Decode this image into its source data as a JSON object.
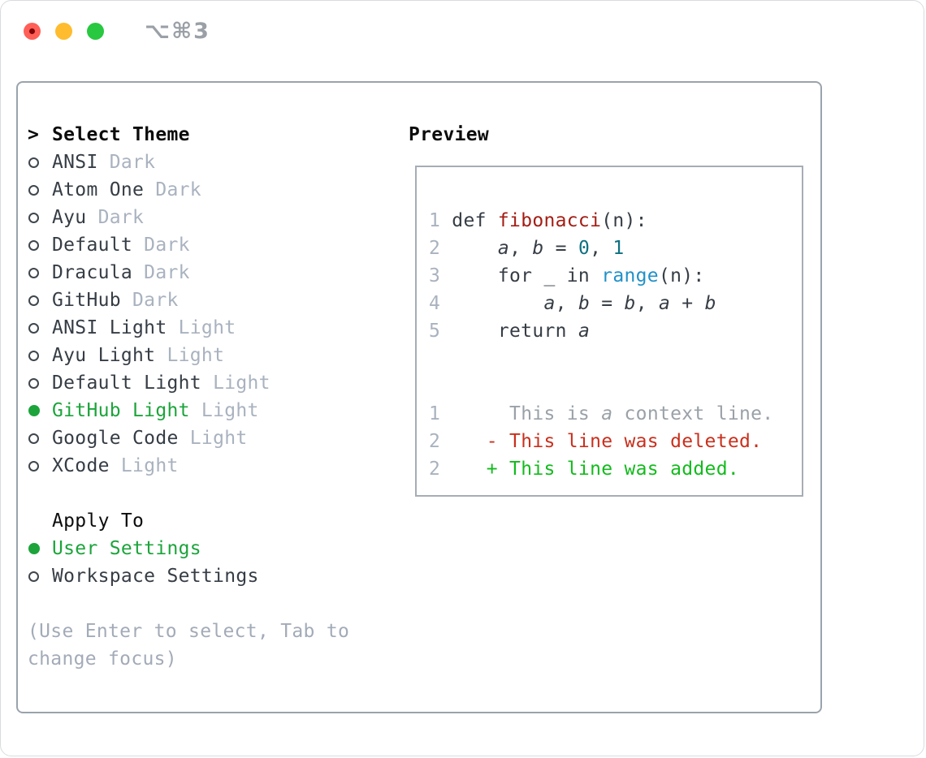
{
  "window": {
    "title": "⌥⌘3"
  },
  "theme_picker": {
    "cursor": ">",
    "title": "Select Theme",
    "items": [
      {
        "label": "ANSI",
        "variant": "Dark",
        "selected": false
      },
      {
        "label": "Atom One",
        "variant": "Dark",
        "selected": false
      },
      {
        "label": "Ayu",
        "variant": "Dark",
        "selected": false
      },
      {
        "label": "Default",
        "variant": "Dark",
        "selected": false
      },
      {
        "label": "Dracula",
        "variant": "Dark",
        "selected": false
      },
      {
        "label": "GitHub",
        "variant": "Dark",
        "selected": false
      },
      {
        "label": "ANSI Light",
        "variant": "Light",
        "selected": false
      },
      {
        "label": "Ayu Light",
        "variant": "Light",
        "selected": false
      },
      {
        "label": "Default Light",
        "variant": "Light",
        "selected": false
      },
      {
        "label": "GitHub Light",
        "variant": "Light",
        "selected": true
      },
      {
        "label": "Google Code",
        "variant": "Light",
        "selected": false
      },
      {
        "label": "XCode",
        "variant": "Light",
        "selected": false
      }
    ],
    "apply_to": {
      "title": "Apply To",
      "options": [
        {
          "label": "User Settings",
          "selected": true
        },
        {
          "label": "Workspace Settings",
          "selected": false
        }
      ]
    },
    "help": "(Use Enter to select, Tab to\nchange focus)"
  },
  "preview": {
    "title": "Preview",
    "code_lines": [
      [
        [
          "ln",
          "1"
        ],
        [
          "pl",
          " def "
        ],
        [
          "fn",
          "fibonacci"
        ],
        [
          "pl",
          "(n):"
        ]
      ],
      [
        [
          "ln",
          "2"
        ],
        [
          "pl",
          "     "
        ],
        [
          "var",
          "a"
        ],
        [
          "pl",
          ", "
        ],
        [
          "var",
          "b"
        ],
        [
          "pl",
          " = "
        ],
        [
          "num",
          "0"
        ],
        [
          "pl",
          ", "
        ],
        [
          "num",
          "1"
        ]
      ],
      [
        [
          "ln",
          "3"
        ],
        [
          "pl",
          "     for _ in "
        ],
        [
          "call",
          "range"
        ],
        [
          "pl",
          "(n):"
        ]
      ],
      [
        [
          "ln",
          "4"
        ],
        [
          "pl",
          "         "
        ],
        [
          "var",
          "a"
        ],
        [
          "pl",
          ", "
        ],
        [
          "var",
          "b"
        ],
        [
          "pl",
          " = "
        ],
        [
          "var",
          "b"
        ],
        [
          "pl",
          ", "
        ],
        [
          "var",
          "a"
        ],
        [
          "pl",
          " + "
        ],
        [
          "var",
          "b"
        ]
      ],
      [
        [
          "ln",
          "5"
        ],
        [
          "pl",
          "     return "
        ],
        [
          "var",
          "a"
        ]
      ]
    ],
    "diff_lines": [
      [
        [
          "ln",
          "1"
        ],
        [
          "pl",
          "      "
        ],
        [
          "ctx",
          "This is "
        ],
        [
          "ctxv",
          "a"
        ],
        [
          "ctx",
          " context line."
        ]
      ],
      [
        [
          "ln",
          "2"
        ],
        [
          "pl",
          "    "
        ],
        [
          "del",
          "- This line was deleted."
        ]
      ],
      [
        [
          "ln",
          "2"
        ],
        [
          "pl",
          "    "
        ],
        [
          "add",
          "+ This line was added."
        ]
      ]
    ]
  },
  "colors": {
    "selection_green": "#1ca43b",
    "added_green": "#13bb1d",
    "deleted_red": "#c9301d",
    "function_red": "#a31d14",
    "number_teal": "#0e7080",
    "call_blue": "#2191c9",
    "muted_gray": "#a9b2bf",
    "text_dark": "#363d45",
    "panel_border": "#9aa3ad",
    "traffic_close": "#ff5f57",
    "traffic_minimize": "#febc2e",
    "traffic_zoom": "#28c840"
  }
}
